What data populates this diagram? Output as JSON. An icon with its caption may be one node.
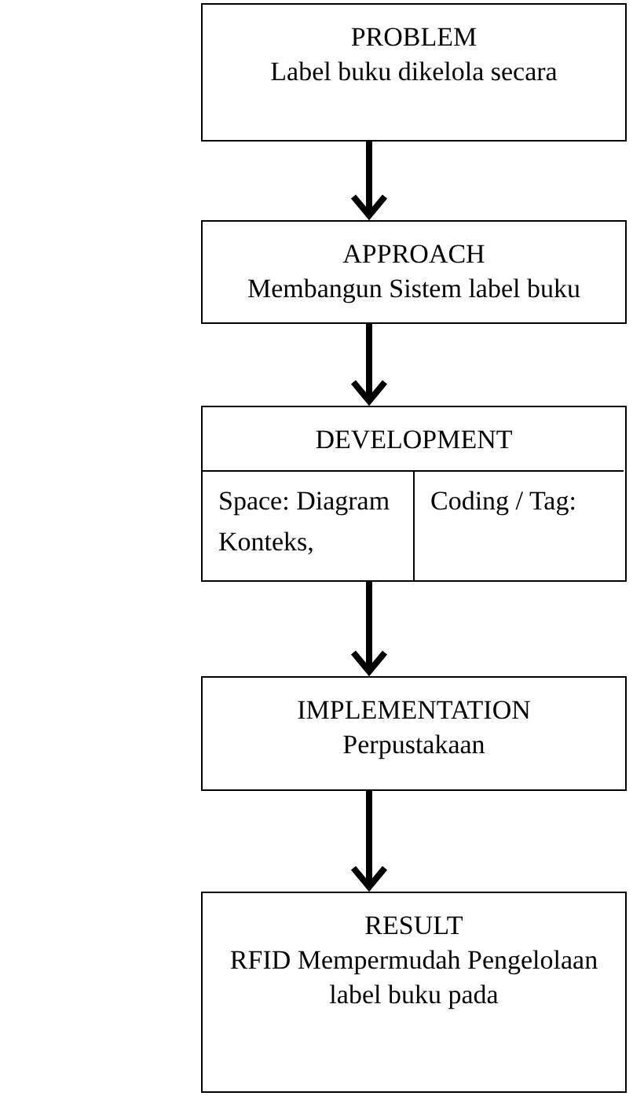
{
  "diagram": {
    "nodes": [
      {
        "text": [
          "PROBLEM",
          "Label buku dikelola secara"
        ]
      },
      {
        "text": [
          "APPROACH",
          "Membangun Sistem label buku"
        ]
      },
      {
        "text": [
          "DEVELOPMENT"
        ]
      },
      {
        "text": [
          "Space: Diagram Konteks,"
        ],
        "in": 2
      },
      {
        "text": [
          "Coding / Tag:"
        ],
        "in": 2
      },
      {
        "text": [
          "IMPLEMENTATION",
          "Perpustakaan"
        ]
      },
      {
        "text": [
          "RESULT",
          "RFID Mempermudah Pengelolaan label buku pada"
        ]
      }
    ],
    "edges": [
      {
        "from": 0,
        "to": 1,
        "arrow": "to"
      },
      {
        "from": 1,
        "to": 2,
        "arrow": "to"
      },
      {
        "from": 2,
        "to": 5,
        "arrow": "to"
      },
      {
        "from": 5,
        "to": 6,
        "arrow": "to"
      }
    ]
  }
}
